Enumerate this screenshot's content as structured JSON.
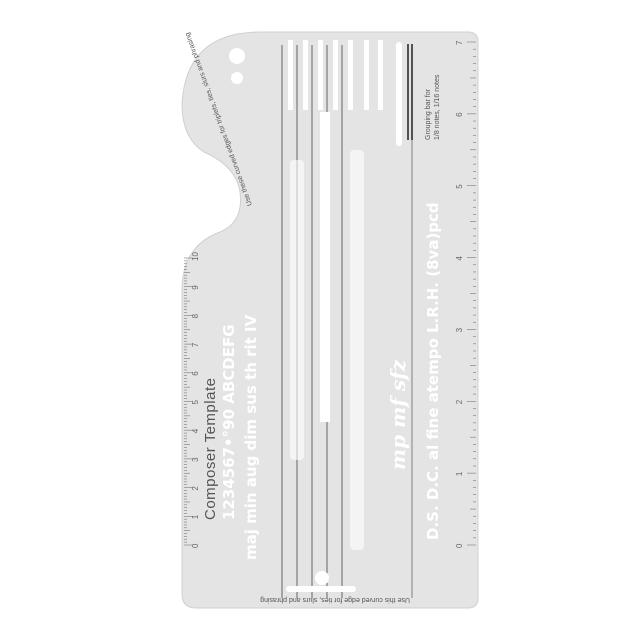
{
  "template": {
    "title": "Composer Template",
    "grouping_bar_label_1": "Grouping bar for",
    "grouping_bar_label_2": "1/8 notes, 1/16 notes",
    "curved_edges_note": "Use these curved edges for triplets, ties, slurs and phrasing",
    "curved_edge_note": "Use this curved edge for ties, slurs and phrasing",
    "stencil_rows": {
      "chords": "maj min aug dim sus th rit IV",
      "numbers_letters": "1234567•°90 ABCDEFG",
      "terms": "D.S. D.C. al fine atempo L.R.H. (8va)pcd",
      "dynamics": "mp mf sfz"
    },
    "left_ruler": [
      "0",
      "1",
      "2",
      "3",
      "4",
      "5",
      "6",
      "7",
      "8",
      "9",
      "10"
    ],
    "right_ruler": [
      "0",
      "1",
      "2",
      "3",
      "4",
      "5",
      "6",
      "7"
    ]
  },
  "colors": {
    "plate": "#e4e4e4",
    "cutout": "#ffffff",
    "print": "#555555"
  }
}
